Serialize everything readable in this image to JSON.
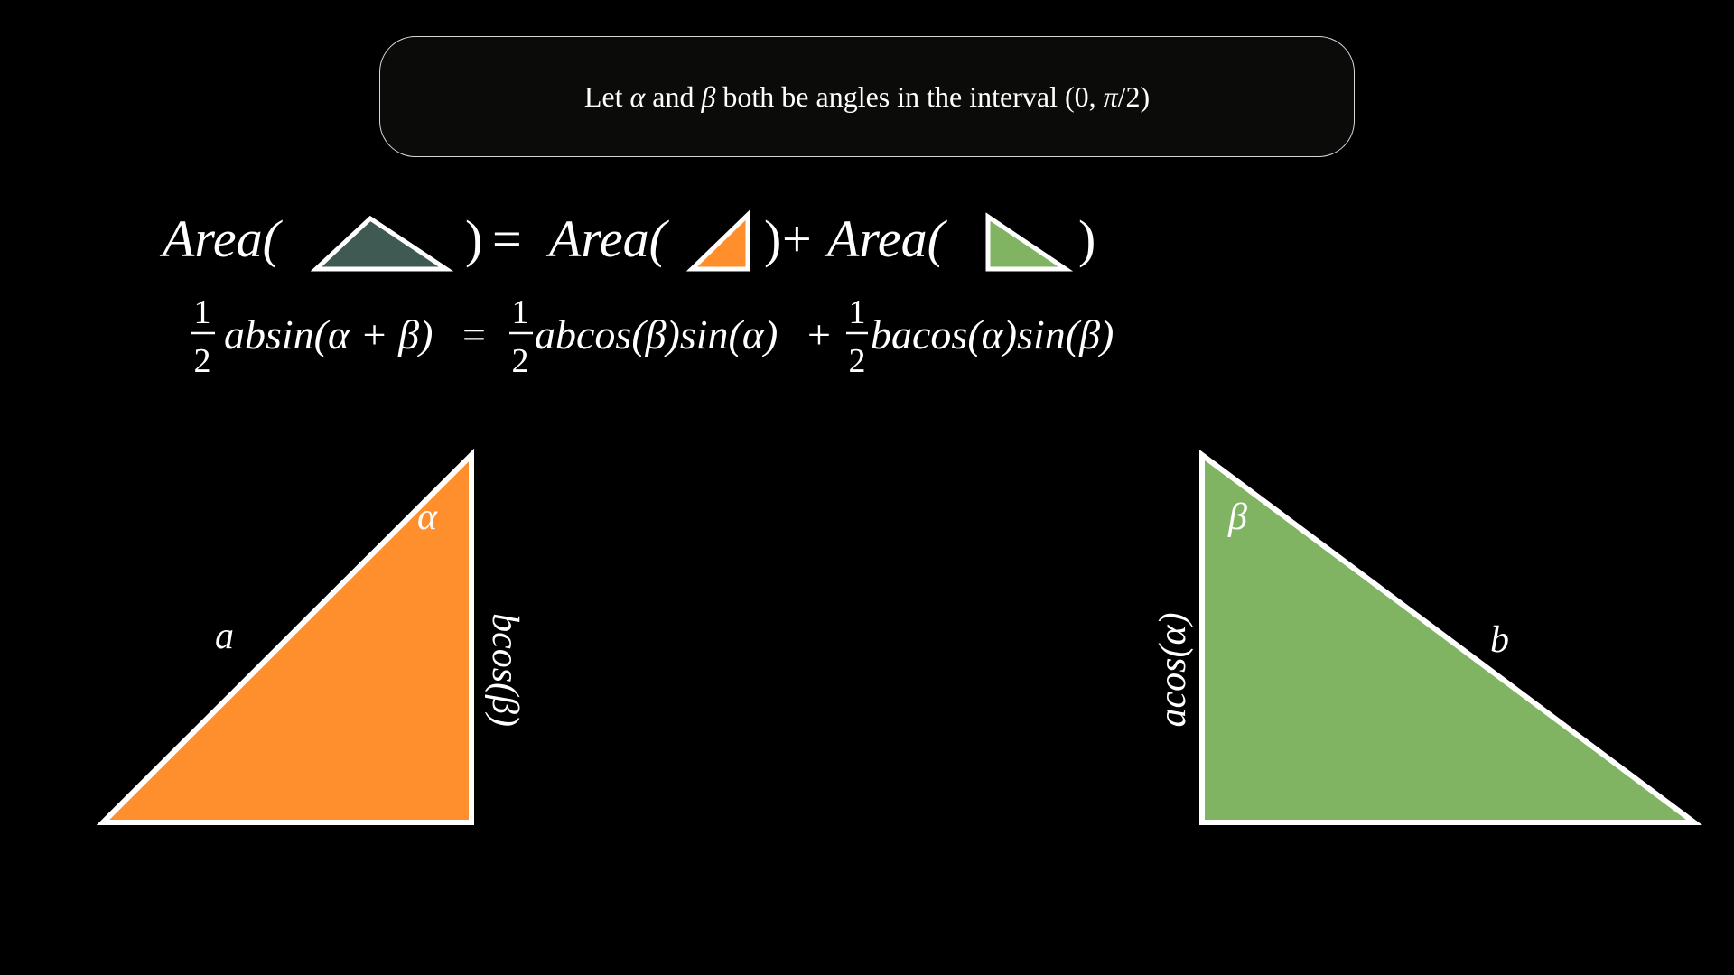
{
  "premise": {
    "part1": "Let ",
    "alpha": "α",
    "part2": " and ",
    "beta": "β",
    "part3": " both be angles in the interval ",
    "interval_open": "(0, ",
    "pi": "π",
    "interval_close": "/2)"
  },
  "area_equation": {
    "area_word": "Area(",
    "close_paren": ")",
    "equals": "=",
    "plus": "+"
  },
  "formula": {
    "one": "1",
    "two": "2",
    "term_left": "absin(α + β)",
    "equals": "=",
    "term_mid": "abcos(β)sin(α)",
    "plus": "+",
    "term_right": "bacos(α)sin(β)"
  },
  "orange_triangle": {
    "hypotenuse_label": "a",
    "angle_label": "α",
    "side_label": "bcos(β)"
  },
  "green_triangle": {
    "hypotenuse_label": "b",
    "angle_label": "β",
    "side_label": "acos(α)"
  },
  "colors": {
    "background": "#000000",
    "orange_fill": "#ff8f2c",
    "green_fill": "#80b462",
    "combined_fill": "#3f5a52",
    "stroke": "#ffffff"
  },
  "icons": {
    "combined": "combined-triangle-icon",
    "orange": "orange-triangle-icon",
    "green": "green-triangle-icon"
  }
}
